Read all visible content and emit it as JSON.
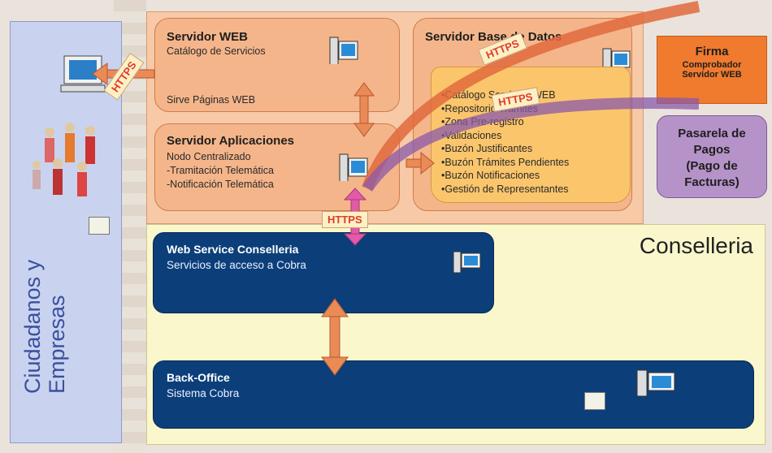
{
  "left_panel": {
    "title": "Ciudadanos y\nEmpresas"
  },
  "web_server": {
    "title": "Servidor WEB",
    "subtitle": "Catálogo de Servicios",
    "note": "Sirve Páginas WEB"
  },
  "app_server": {
    "title": "Servidor Aplicaciones",
    "lines": [
      "Nodo Centralizado",
      "-Tramitación Telemática",
      "-Notificación Telemática"
    ]
  },
  "db_server": {
    "title": "Servidor Base de Datos",
    "items": [
      "•Catálogo Servicios WEB",
      "•Repositorio Trámites",
      "•Zona Pre-registro",
      "•Validaciones",
      "•Buzón Justificantes",
      "•Buzón Trámites Pendientes",
      "•Buzón Notificaciones",
      "•Gestión de Representantes"
    ]
  },
  "firma": {
    "title": "Firma",
    "line1": "Comprobador",
    "line2": "Servidor WEB"
  },
  "pasarela": {
    "title": "Pasarela de Pagos",
    "sub": "(Pago de Facturas)"
  },
  "conselleria": {
    "label": "Conselleria"
  },
  "web_service": {
    "title": "Web Service Conselleria",
    "subtitle": "Servicios de acceso a Cobra"
  },
  "back_office": {
    "title": "Back-Office",
    "subtitle": "Sistema Cobra"
  },
  "https_labels": [
    "HTTPS",
    "HTTPS",
    "HTTPS",
    "HTTPS"
  ],
  "colors": {
    "peach": "#f5b58a",
    "navy": "#0c3f7a",
    "orange": "#f07a2e",
    "purple": "#b592c8",
    "cream": "#fbf7cc"
  }
}
